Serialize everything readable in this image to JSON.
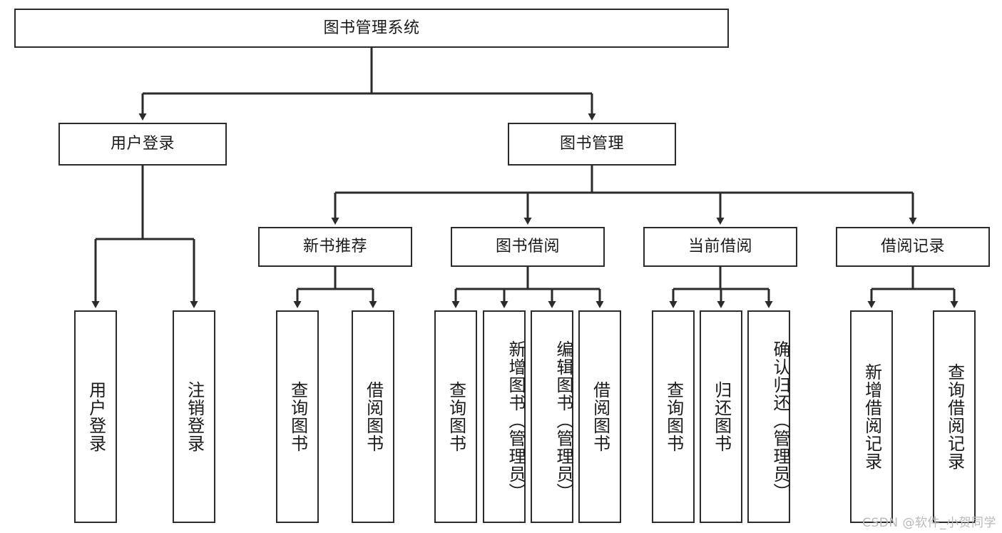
{
  "diagram": {
    "type": "tree-hierarchy",
    "title": "图书管理系统",
    "watermark": "CSDN @软件_小贺同学",
    "colors": {
      "stroke": "#2b2b2b",
      "fill": "#ffffff",
      "text": "#1a1a1a",
      "watermark": "#b9b9b9"
    },
    "nodes": {
      "root": "图书管理系统",
      "level1": [
        "用户登录",
        "图书管理"
      ],
      "level2": [
        "新书推荐",
        "图书借阅",
        "当前借阅",
        "借阅记录"
      ],
      "leaves_user_login": [
        "用户登录",
        "注销登录"
      ],
      "leaves_new_book": [
        "查询图书",
        "借阅图书"
      ],
      "leaves_borrow": [
        "查询图书",
        "新增图书（管理员）",
        "编辑图书（管理员）",
        "借阅图书"
      ],
      "leaves_current": [
        "查询图书",
        "归还图书",
        "确认归还（管理员）"
      ],
      "leaves_records": [
        "新增借阅记录",
        "查询借阅记录"
      ]
    }
  }
}
